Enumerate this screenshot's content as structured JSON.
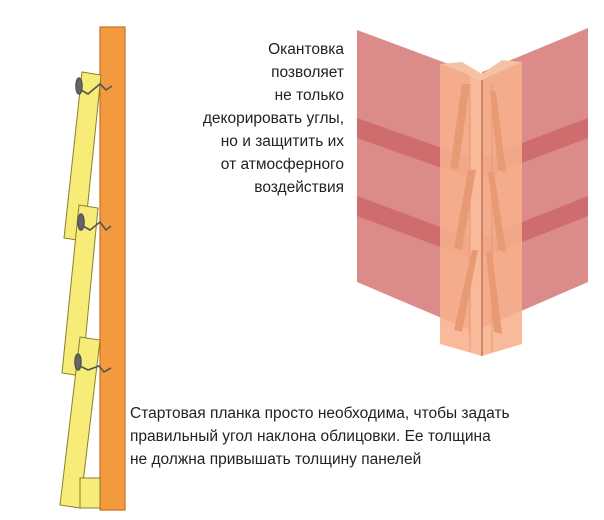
{
  "captions": {
    "corner_trim": [
      "Окантовка",
      "позволяет",
      "не только",
      "декорировать углы,",
      "но и защитить их",
      "от атмосферного",
      "воздействия"
    ],
    "starter_strip": [
      "Стартовая планка просто необходима, чтобы задать",
      "правильный угол наклона облицовки. Ее толщина",
      "не должна привышать толщину панелей"
    ]
  },
  "colors": {
    "board": "#f39a3e",
    "board_edge": "#c96f1d",
    "panel": "#f7ec78",
    "panel_edge": "#8a7f2c",
    "nail": "#555555",
    "siding": "#d98584",
    "siding_band": "#cf6d6e",
    "trim": "#f7b18c",
    "trim_dark": "#e79a73"
  }
}
